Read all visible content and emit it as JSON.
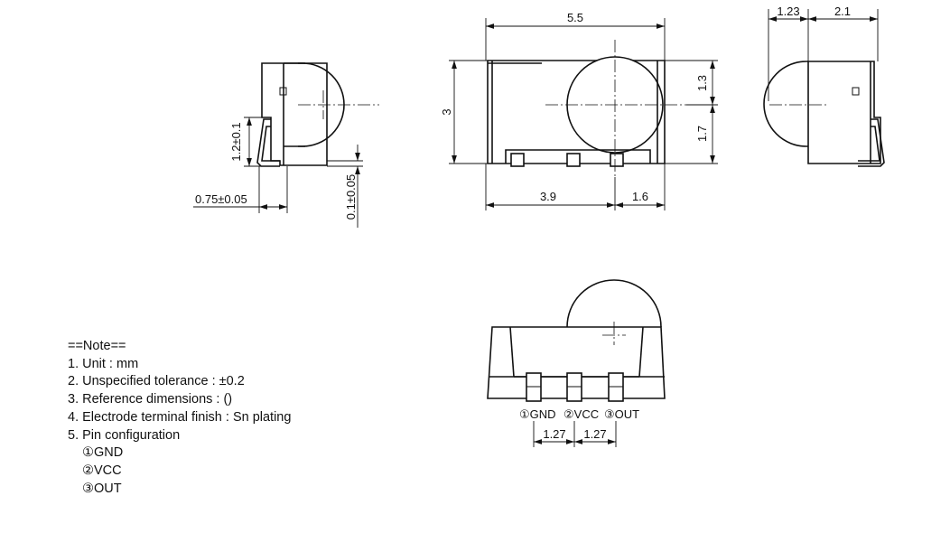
{
  "drawing": {
    "dimensions": {
      "total_length": "5.5",
      "height": "3",
      "upper_height": "1.3",
      "lower_height": "1.7",
      "lens_offset": "3.9",
      "lens_radius_span": "1.6",
      "top_right_1": "1.23",
      "top_right_2": "2.1",
      "lead_height": "1.2±0.1",
      "lead_offset": "0.75±0.05",
      "standoff": "0.1±0.05",
      "pin_pitch_1": "1.27",
      "pin_pitch_2": "1.27"
    },
    "pin_labels": {
      "pin1": "①GND",
      "pin2": "②VCC",
      "pin3": "③OUT"
    }
  },
  "notes": {
    "header": "==Note==",
    "unit": "1. Unit : mm",
    "tolerance": "2. Unspecified tolerance : ±0.2",
    "reference": "3. Reference dimensions : ()",
    "finish": "4. Electrode terminal finish : Sn plating",
    "pin_config": "5. Pin configuration",
    "pins": [
      "①GND",
      "②VCC",
      "③OUT"
    ]
  }
}
